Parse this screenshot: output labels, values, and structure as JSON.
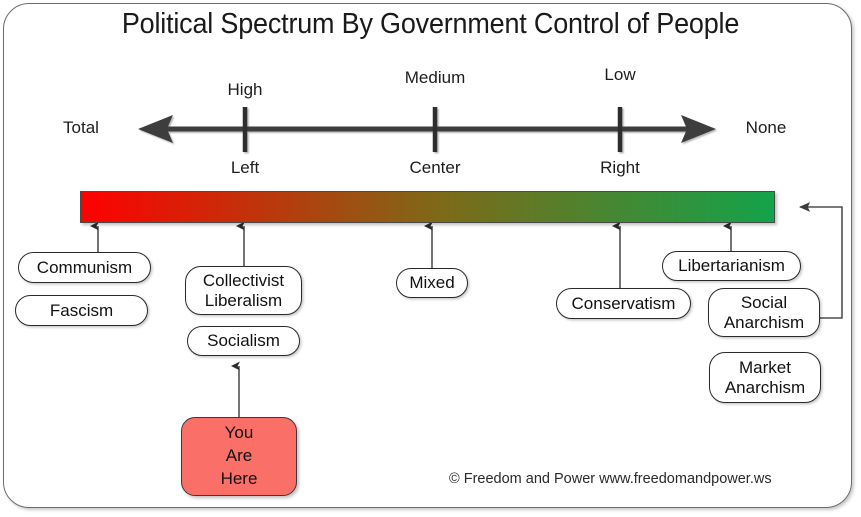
{
  "title": "Political Spectrum By Government Control of People",
  "axis": {
    "left_end_label": "Total",
    "right_end_label": "None",
    "ticks_above": [
      "High",
      "Medium",
      "Low"
    ],
    "ticks_below": [
      "Left",
      "Center",
      "Right"
    ]
  },
  "spectrum": {
    "left_color": "#FF0000",
    "mid_color": "#7D6A18",
    "right_color": "#13A34B"
  },
  "labels": {
    "communism": "Communism",
    "fascism": "Fascism",
    "collectivist_liberalism": "Collectivist\nLiberalism",
    "socialism": "Socialism",
    "mixed": "Mixed",
    "conservatism": "Conservatism",
    "libertarianism": "Libertarianism",
    "social_anarchism": "Social\nAnarchism",
    "market_anarchism": "Market\nAnarchism"
  },
  "you_are_here": {
    "line1": "You",
    "line2": "Are",
    "line3": "Here",
    "color": "#FA6F68"
  },
  "copyright": "© Freedom and Power www.freedomandpower.ws"
}
